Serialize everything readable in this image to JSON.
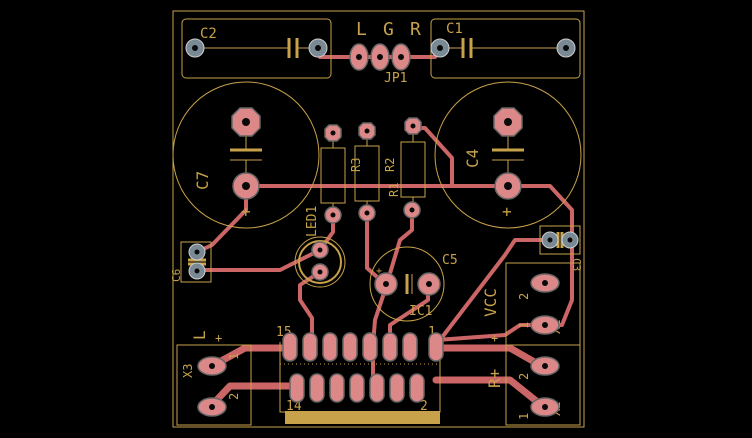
{
  "labels": {
    "c2": "C2",
    "c1": "C1",
    "l_top": "L",
    "g_top": "G",
    "r_top": "R",
    "jp1": "JP1",
    "c7": "C7",
    "c4": "C4",
    "r3": "R3",
    "r2": "R2",
    "r1": "R1",
    "led1": "LED1",
    "c6": "C6",
    "c5": "C5",
    "c3": "C3",
    "ic1": "IC1",
    "vcc": "VCC",
    "x1": "X1",
    "x2": "X2",
    "x3": "X3",
    "l_left": "L",
    "r_plus": "R+",
    "pin15": "15",
    "pin14": "14",
    "pin1": "1",
    "pin2": "2",
    "plus": "+",
    "n1": "1",
    "n2": "2"
  }
}
